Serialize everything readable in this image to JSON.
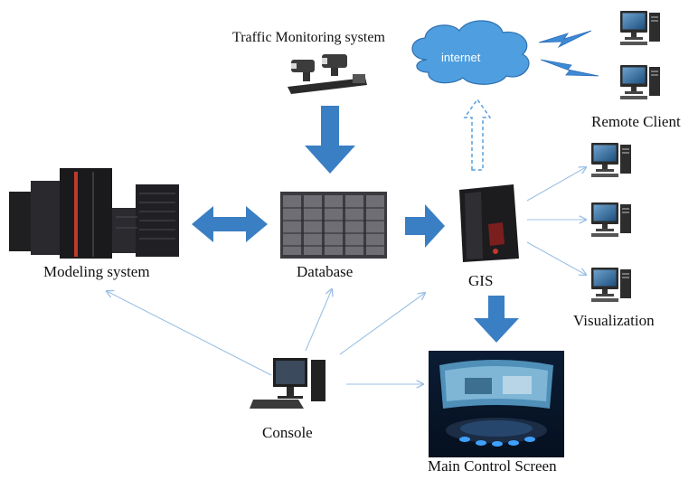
{
  "labels": {
    "traffic": "Traffic Monitoring system",
    "internet": "internet",
    "remote": "Remote Client",
    "modeling": "Modeling system",
    "database": "Database",
    "gis": "GIS",
    "visualization": "Visualization",
    "console": "Console",
    "main_screen": "Main Control Screen"
  },
  "colors": {
    "block_arrow": "#3a7fc4",
    "thin_arrow": "#9cc0e4",
    "cloud": "#4f9fe0",
    "lightning": "#3e8ad6",
    "server_dark": "#1f1f22",
    "accent_red": "#c0392b"
  },
  "icons": {
    "camera": "traffic-camera-icon",
    "cloud": "internet-cloud-icon",
    "desktop": "desktop-computer-icon",
    "servers": "server-racks-icon",
    "database": "database-cabinet-icon",
    "tower": "tower-server-icon",
    "screen": "control-room-screen-icon"
  }
}
